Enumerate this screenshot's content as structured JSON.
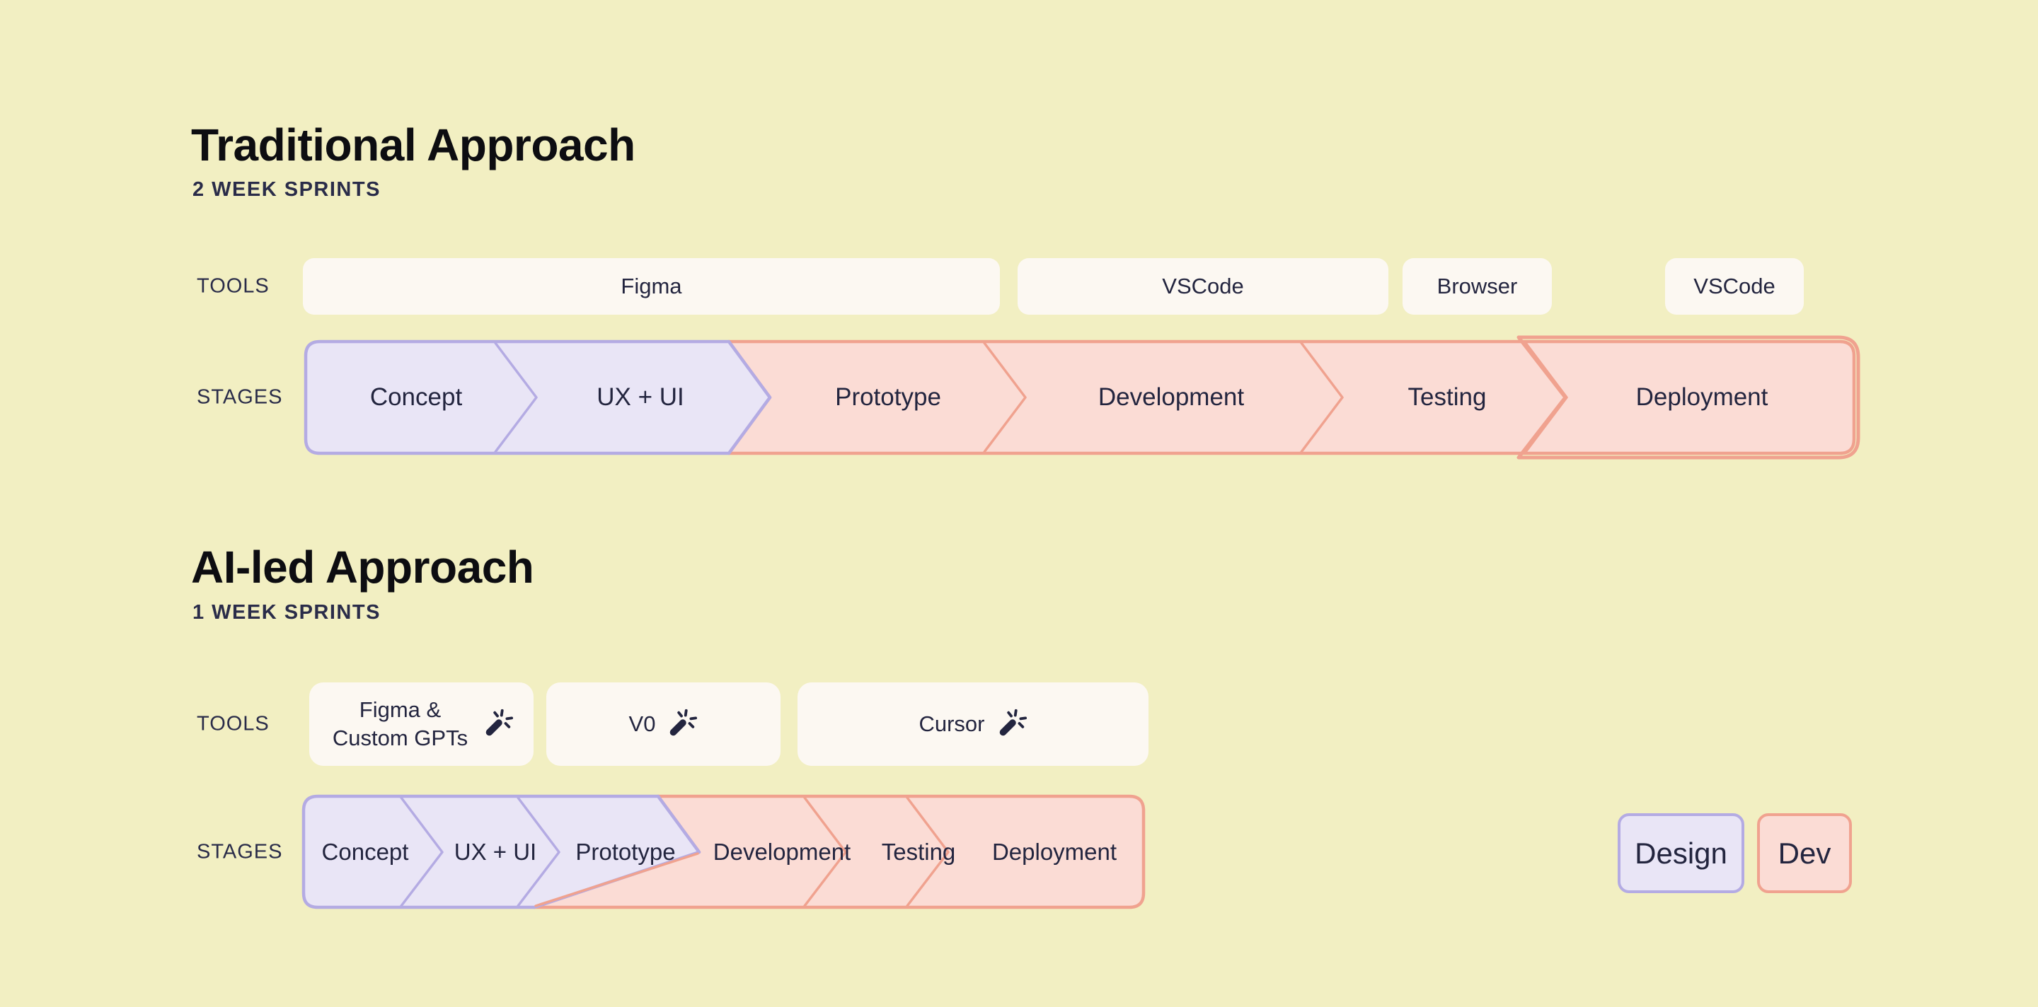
{
  "colors": {
    "bg": "#f2efc2",
    "card": "#fcf8f2",
    "lavender": "#e9e5f6",
    "purple": "#b4abe3",
    "pink": "#fbdcd5",
    "salmon": "#f0a28f",
    "navy": "#23253f",
    "title": "#0d0d11",
    "sub": "#2a2c49"
  },
  "traditional": {
    "title": "Traditional Approach",
    "subtitle": "2 WEEK SPRINTS",
    "tools_label": "TOOLS",
    "stages_label": "STAGES",
    "tools": [
      "Figma",
      "VSCode",
      "Browser",
      "VSCode"
    ],
    "stages": [
      "Concept",
      "UX + UI",
      "Prototype",
      "Development",
      "Testing",
      "Deployment"
    ]
  },
  "ai": {
    "title": "AI-led Approach",
    "subtitle": "1 WEEK SPRINTS",
    "tools_label": "TOOLS",
    "stages_label": "STAGES",
    "tools": [
      {
        "label": "Figma & Custom GPTs",
        "icon": "magic-wand-icon"
      },
      {
        "label": "V0",
        "icon": "magic-wand-icon"
      },
      {
        "label": "Cursor",
        "icon": "magic-wand-icon"
      }
    ],
    "stages": [
      "Concept",
      "UX + UI",
      "Prototype",
      "Development",
      "Testing",
      "Deployment"
    ]
  },
  "legend": {
    "design": "Design",
    "dev": "Dev"
  }
}
